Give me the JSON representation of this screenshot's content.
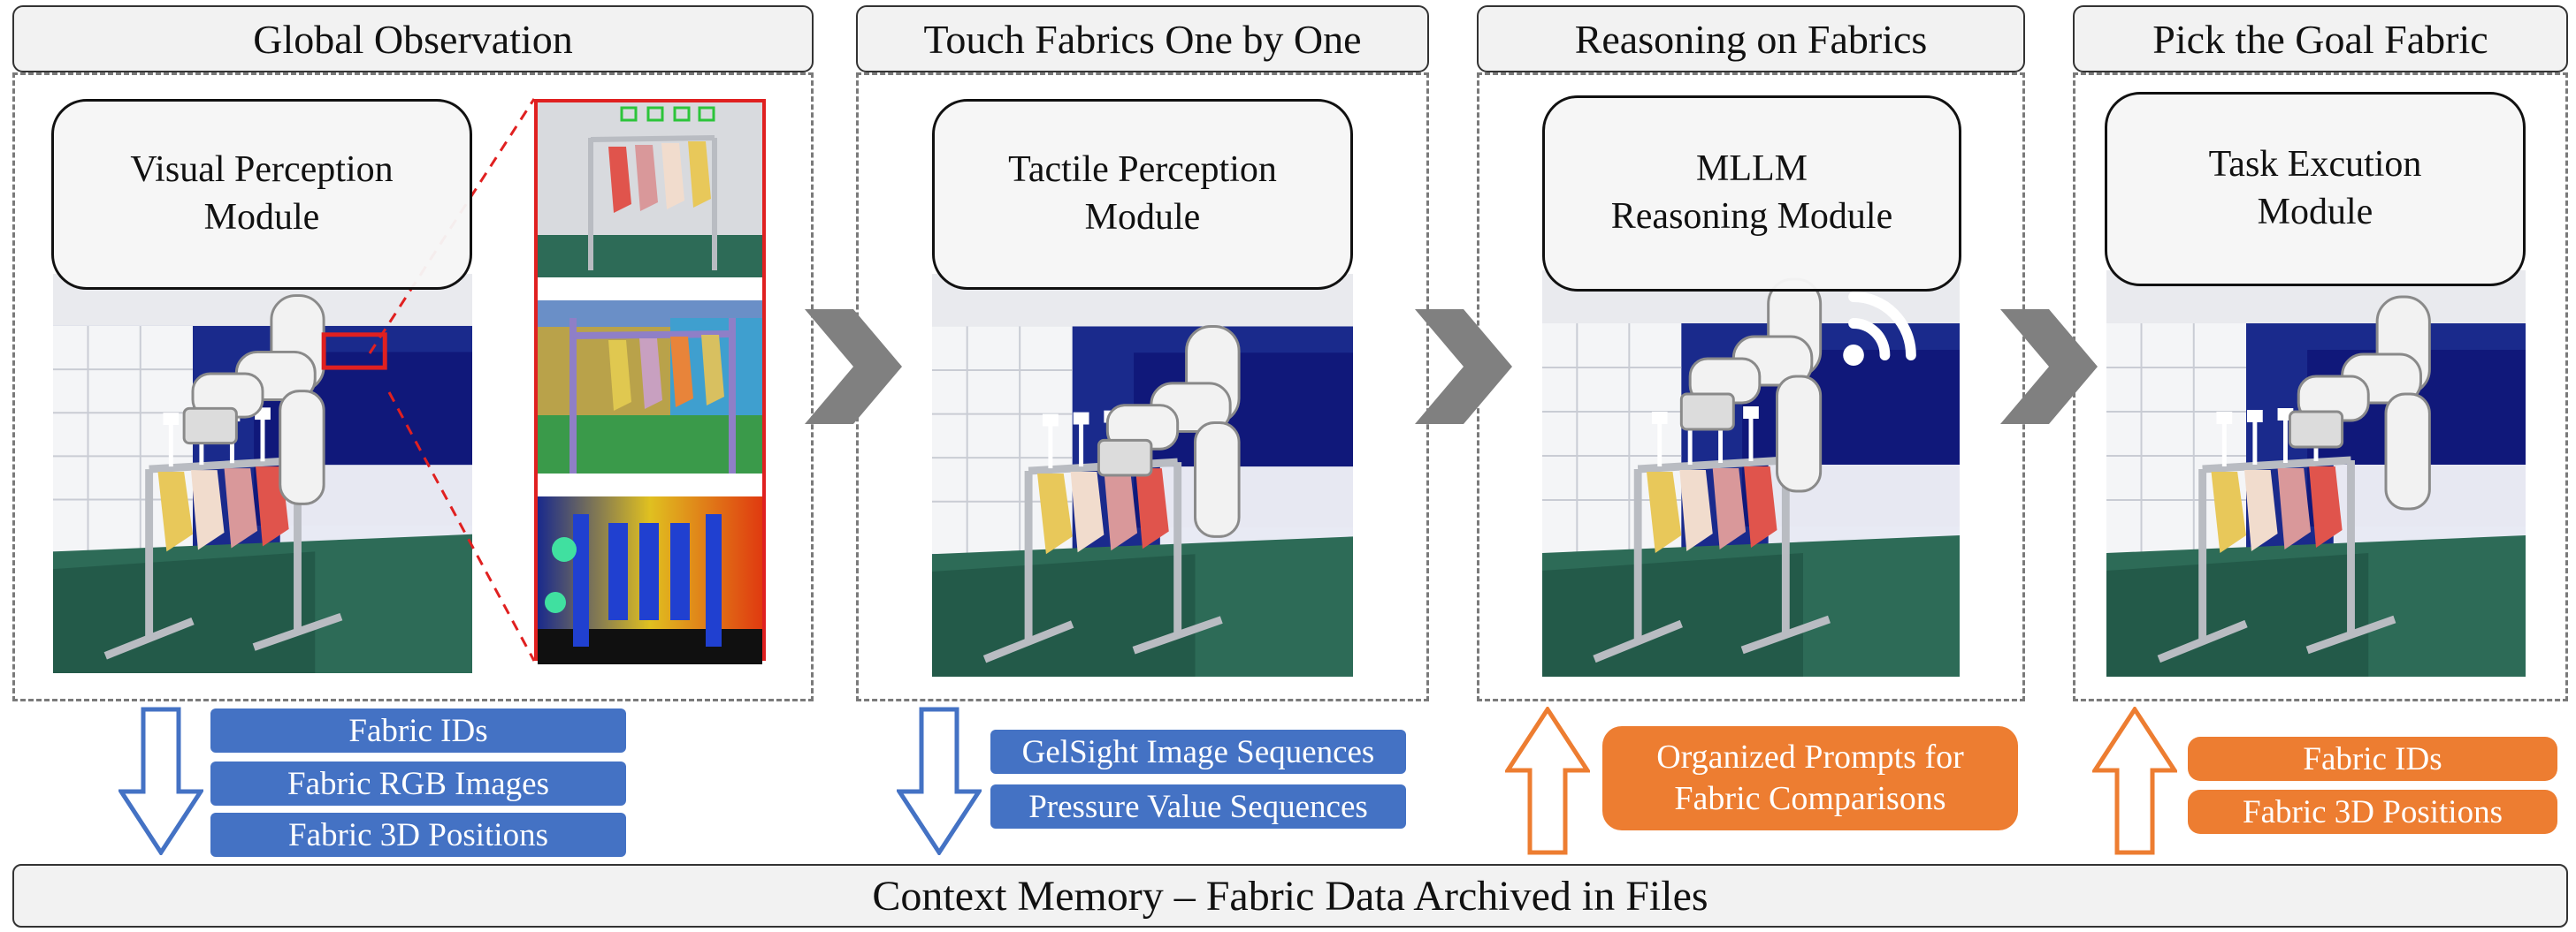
{
  "stages": [
    {
      "title": "Global Observation",
      "module_line1": "Visual Perception",
      "module_line2": "Module"
    },
    {
      "title": "Touch Fabrics One by One",
      "module_line1": "Tactile Perception",
      "module_line2": "Module"
    },
    {
      "title": "Reasoning on Fabrics",
      "module_line1": "MLLM",
      "module_line2": "Reasoning Module"
    },
    {
      "title": "Pick the Goal Fabric",
      "module_line1": "Task Excution",
      "module_line2": "Module"
    }
  ],
  "outputs": {
    "stage1": [
      "Fabric IDs",
      "Fabric RGB Images",
      "Fabric 3D Positions"
    ],
    "stage2": [
      "GelSight Image Sequences",
      "Pressure Value Sequences"
    ],
    "stage3": {
      "line1": "Organized Prompts for",
      "line2": "Fabric Comparisons"
    },
    "stage4": [
      "Fabric IDs",
      "Fabric 3D Positions"
    ]
  },
  "memory": "Context Memory – Fabric Data Archived in Files",
  "colors": {
    "blue_tag": "#4472c4",
    "orange_tag": "#ed7d31",
    "chevron": "#808080",
    "dashed_border": "#7a7a7a"
  },
  "icons": {
    "down_arrow": "hollow-blue-down-arrow",
    "up_arrow": "hollow-orange-up-arrow",
    "flow": "gray-chevron",
    "wireless": "wifi-signal-icon"
  }
}
